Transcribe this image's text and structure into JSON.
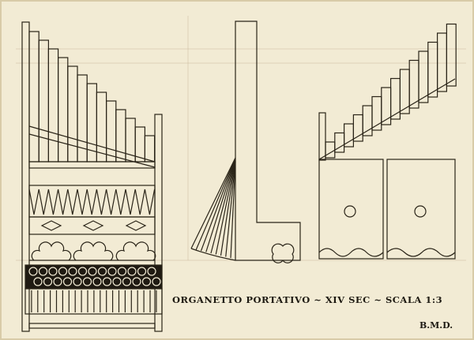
{
  "drawing": {
    "title": "ORGANETTO PORTATIVO ~ XIV SEC ~ SCALA 1:3",
    "signature": "B.M.D.",
    "views": [
      "front-view",
      "side-view",
      "rear-view"
    ],
    "colors": {
      "paper": "#f2ebd4",
      "ink": "#2a2418",
      "guide": "#c9b99a"
    }
  }
}
